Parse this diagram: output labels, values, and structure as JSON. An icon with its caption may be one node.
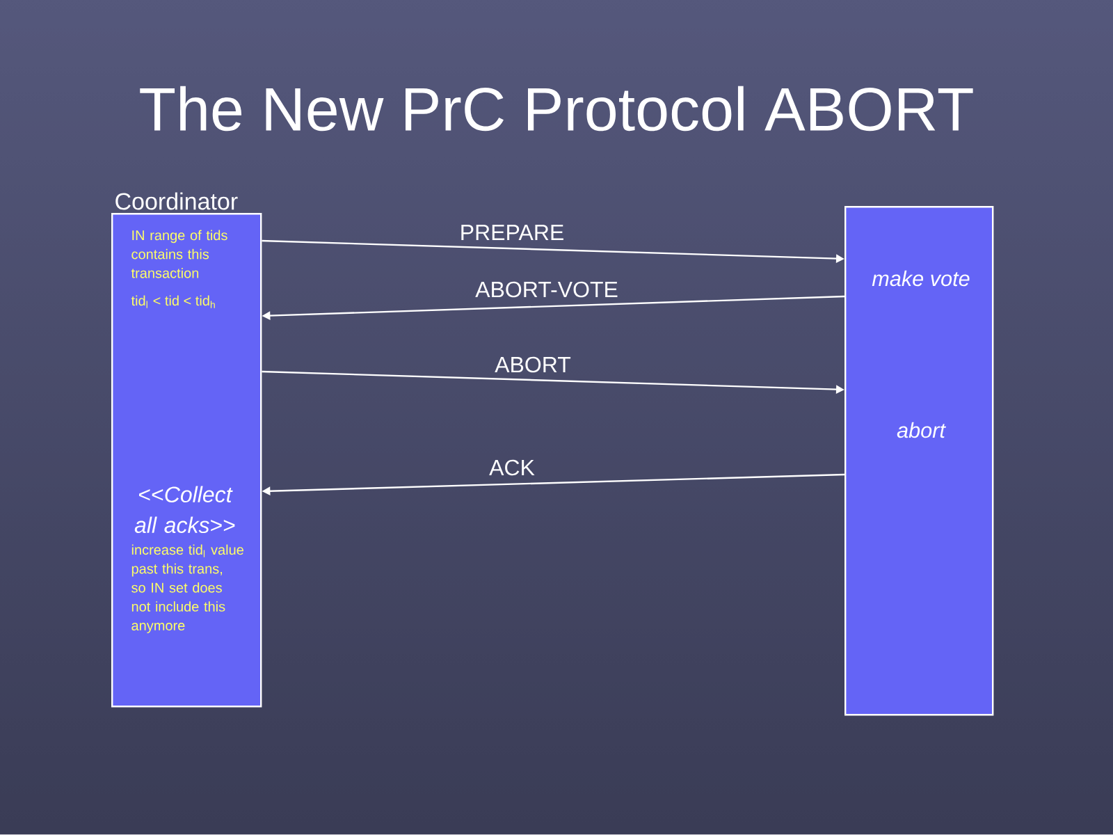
{
  "diagram": {
    "title": "The New PrC Protocol ABORT",
    "nodes": [
      {
        "text": [
          "Coordinator",
          "IN range of tids contains this transaction",
          "tid$_{l}$ < tid < tid$_{h}$",
          "<<*Collect all acks*>>",
          "increase tid$_{l}$ value past this trans, so IN set does not include this anymore"
        ]
      },
      {
        "text": [
          "make vote",
          "abort"
        ]
      }
    ],
    "edges": [
      {
        "from": 0,
        "to": 1,
        "arrow": "to",
        "label": "PREPARE"
      },
      {
        "from": 1,
        "to": 0,
        "arrow": "to",
        "label": "ABORT-VOTE"
      },
      {
        "from": 0,
        "to": 1,
        "arrow": "to",
        "label": "ABORT"
      },
      {
        "from": 1,
        "to": 0,
        "arrow": "to",
        "label": "ACK"
      }
    ]
  }
}
